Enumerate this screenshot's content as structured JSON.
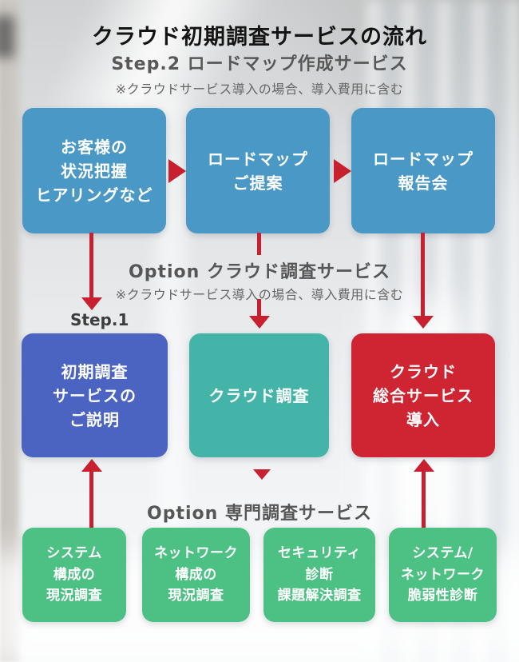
{
  "header": {
    "title": "クラウド初期調査サービスの流れ",
    "step2_label": "Step.2 ロードマップ作成サービス",
    "step2_note": "※クラウドサービス導入の場合、導入費用に含む"
  },
  "option_cloud": {
    "title": "Option クラウド調査サービス",
    "note": "※クラウドサービス導入の場合、導入費用に含む",
    "step1_label": "Step.1"
  },
  "option_expert": {
    "title": "Option 専門調査サービス"
  },
  "row1_boxes": [
    {
      "id": "customer-hearing",
      "label": "お客様の\n状況把握\nヒアリングなど"
    },
    {
      "id": "roadmap-proposal",
      "label": "ロードマップ\nご提案"
    },
    {
      "id": "roadmap-report",
      "label": "ロードマップ\n報告会"
    }
  ],
  "row2_boxes": [
    {
      "id": "initial-survey-explanation",
      "label": "初期調査\nサービスの\nご説明"
    },
    {
      "id": "cloud-survey",
      "label": "クラウド調査"
    },
    {
      "id": "cloud-total-service",
      "label": "クラウド\n総合サービス\n導入"
    }
  ],
  "row3_boxes": [
    {
      "id": "system-config-survey",
      "label": "システム\n構成の\n現況調査"
    },
    {
      "id": "network-config-survey",
      "label": "ネットワーク\n構成の\n現況調査"
    },
    {
      "id": "security-diagnosis",
      "label": "セキュリティ\n診断\n課題解決調査"
    },
    {
      "id": "vulnerability-diagnosis",
      "label": "システム/\nネットワーク\n脆弱性診断"
    }
  ],
  "colors": {
    "arrow_red": "#c8202e",
    "row1_blue": "#4a98c5",
    "row2_indigo": "#4b64c1",
    "row2_teal": "#44b4a8",
    "row2_red": "#cf2432",
    "row3_green": "#4dc084",
    "title_text": "#141414",
    "subtitle_text": "#585858",
    "note_text": "#666666"
  }
}
